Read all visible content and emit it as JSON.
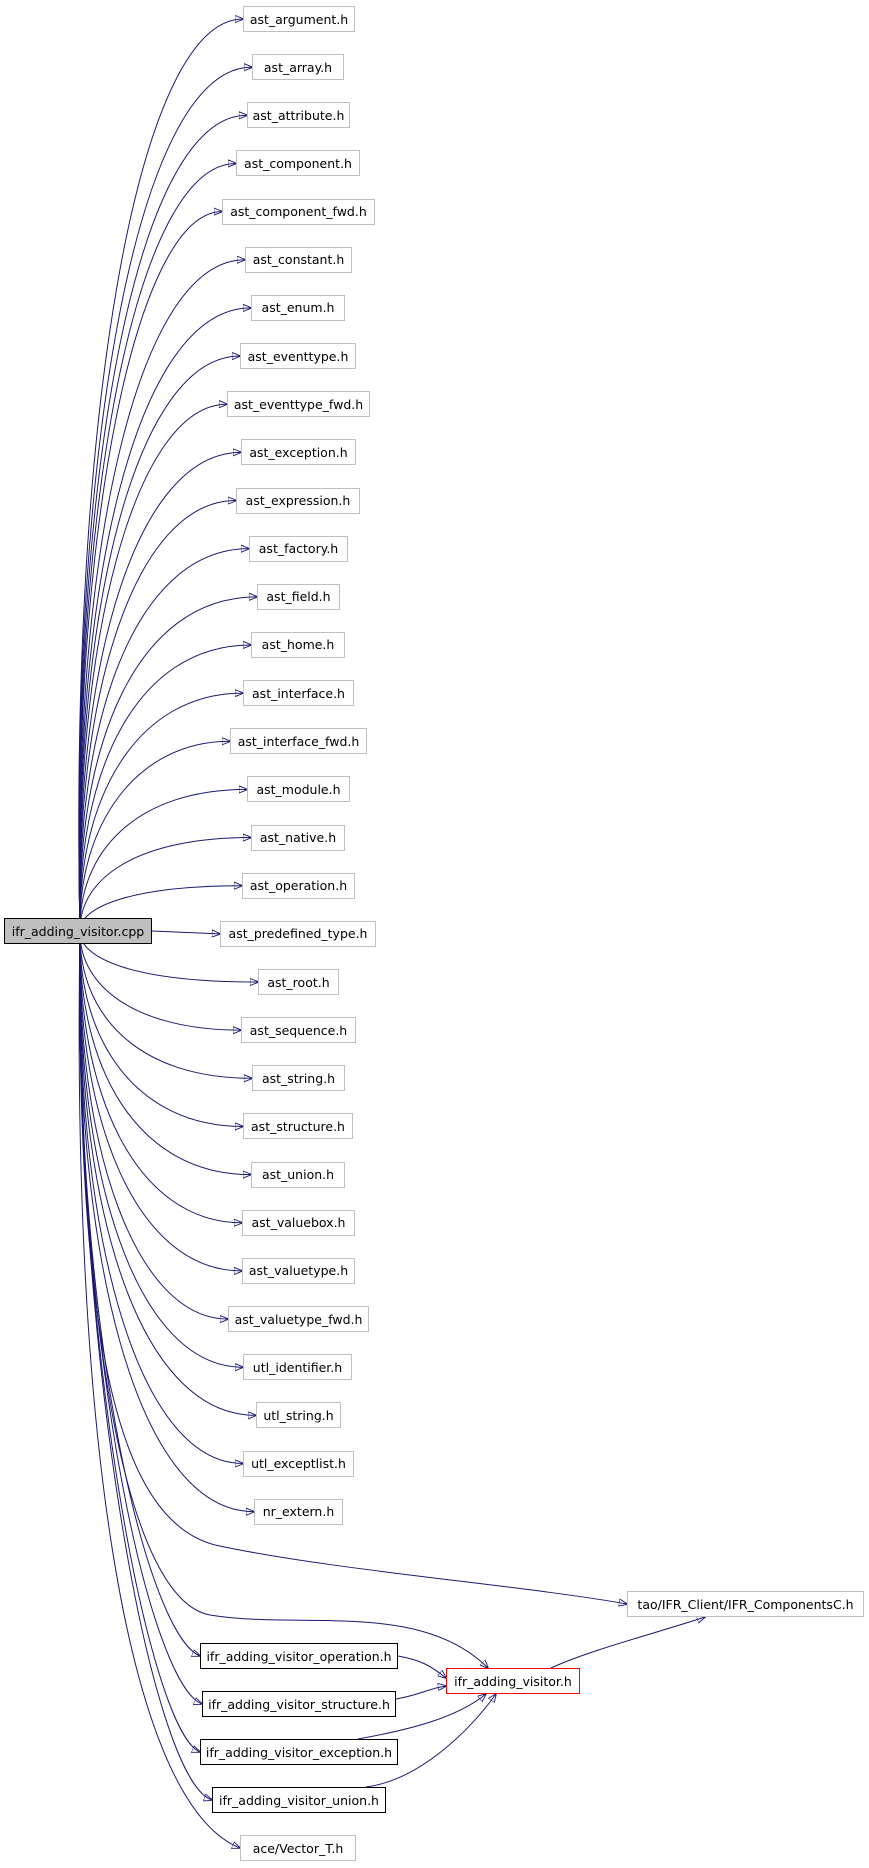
{
  "root": "ifr_adding_visitor.cpp",
  "includes": [
    "ast_argument.h",
    "ast_array.h",
    "ast_attribute.h",
    "ast_component.h",
    "ast_component_fwd.h",
    "ast_constant.h",
    "ast_enum.h",
    "ast_eventtype.h",
    "ast_eventtype_fwd.h",
    "ast_exception.h",
    "ast_expression.h",
    "ast_factory.h",
    "ast_field.h",
    "ast_home.h",
    "ast_interface.h",
    "ast_interface_fwd.h",
    "ast_module.h",
    "ast_native.h",
    "ast_operation.h",
    "ast_predefined_type.h",
    "ast_root.h",
    "ast_sequence.h",
    "ast_string.h",
    "ast_structure.h",
    "ast_union.h",
    "ast_valuebox.h",
    "ast_valuetype.h",
    "ast_valuetype_fwd.h",
    "utl_identifier.h",
    "utl_string.h",
    "utl_exceptlist.h",
    "nr_extern.h"
  ],
  "components_header": "tao/IFR_Client/IFR_ComponentsC.h",
  "visitor_header": "ifr_adding_visitor.h",
  "visitor_includes": [
    "ifr_adding_visitor_operation.h",
    "ifr_adding_visitor_structure.h",
    "ifr_adding_visitor_exception.h",
    "ifr_adding_visitor_union.h"
  ],
  "vector_header": "ace/Vector_T.h",
  "colors": {
    "edge": "#191970",
    "root_fill": "#bfbfbf",
    "documented_border": "#000000",
    "undocumented_border": "#bfbfbf",
    "truncated_border": "#ff0000"
  }
}
